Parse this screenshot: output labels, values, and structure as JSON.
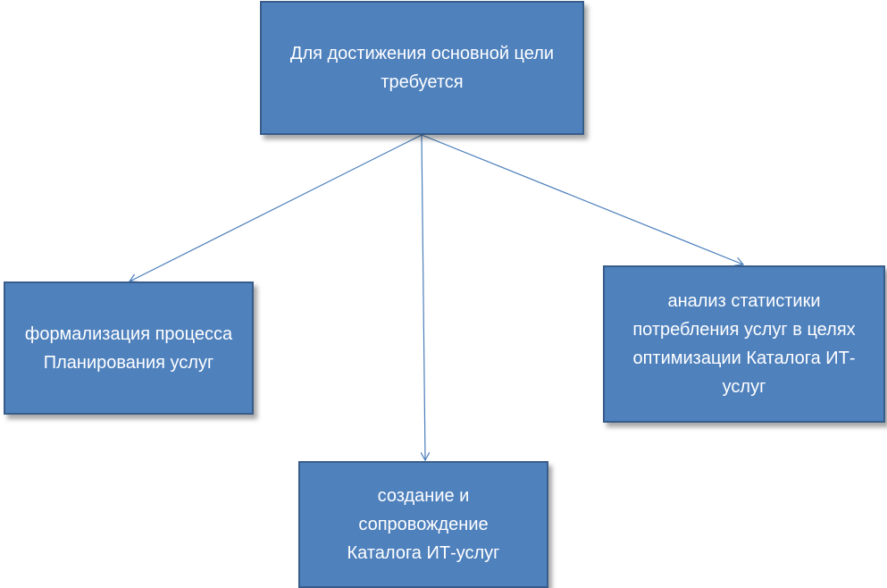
{
  "diagram": {
    "nodes": {
      "top": {
        "label": "Для достижения основной цели требуется"
      },
      "left": {
        "label": "формализация процесса Планирования услуг"
      },
      "bottom": {
        "label": "создание и сопровождение Каталога ИТ-услуг"
      },
      "right": {
        "label": "анализ статистики потребления услуг в целях оптимизации Каталога ИТ-услуг"
      }
    },
    "edges": [
      {
        "from": "top",
        "to": "left"
      },
      {
        "from": "top",
        "to": "bottom"
      },
      {
        "from": "top",
        "to": "right"
      }
    ],
    "colors": {
      "node_fill": "#4f81bd",
      "node_border": "#385d8a",
      "connector": "#4a7ebb",
      "text": "#ffffff"
    }
  }
}
